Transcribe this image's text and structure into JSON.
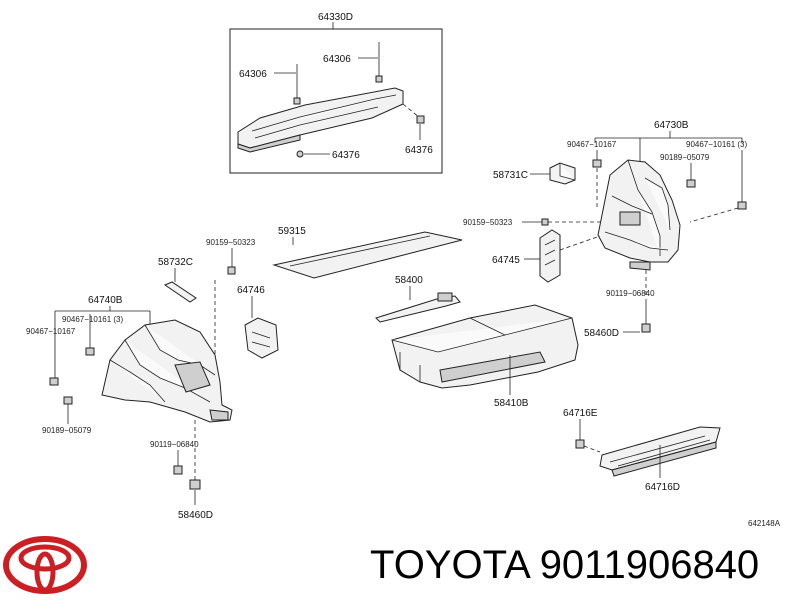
{
  "brand": {
    "name": "TOYOTA",
    "part_number": "9011906840",
    "logo": "toyota-logo"
  },
  "diagram": {
    "ref_code": "642148A",
    "labels": {
      "l64330D": "64330D",
      "l64306a": "64306",
      "l64306b": "64306",
      "l64376a": "64376",
      "l64376b": "64376",
      "l64730B": "64730B",
      "l90467_10167r": "90467−10167",
      "l90467_10161r": "90467−10161 (3)",
      "l58731C": "58731C",
      "l90189_05079r": "90189−05079",
      "l90159_50323r": "90159−50323",
      "l64745": "64745",
      "l90119_06840r": "90119−06840",
      "l58460Dr": "58460D",
      "l59315": "59315",
      "l58400": "58400",
      "l58410B": "58410B",
      "l90159_50323l": "90159−50323",
      "l58732C": "58732C",
      "l64746": "64746",
      "l64740B": "64740B",
      "l90467_10161l": "90467−10161 (3)",
      "l90467_10167l": "90467−10167",
      "l90189_05079l": "90189−05079",
      "l90119_06840l": "90119−06840",
      "l58460Dl": "58460D",
      "l64716E": "64716E",
      "l64716D": "64716D"
    }
  }
}
